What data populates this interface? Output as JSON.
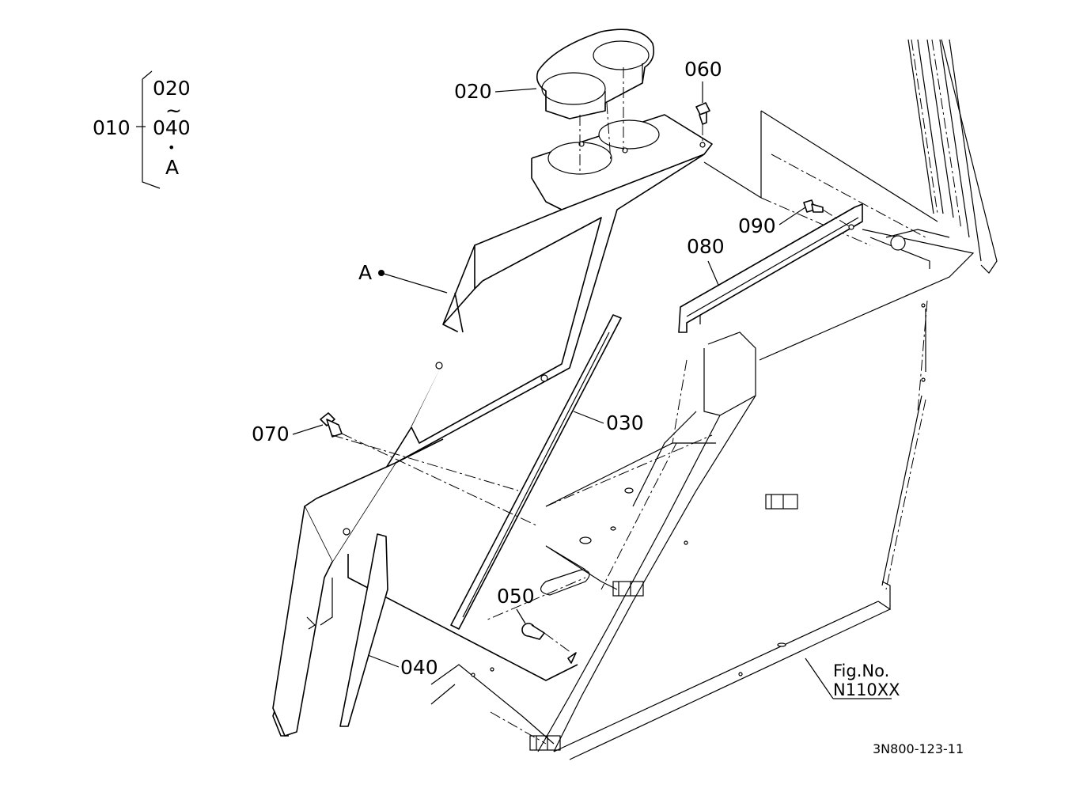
{
  "callouts": {
    "assembly": "010",
    "range_start": "020",
    "range_tilde": "~",
    "range_end": "040",
    "range_dot": "•",
    "range_sub": "A",
    "a_marker": "A",
    "p020": "020",
    "p030": "030",
    "p040": "040",
    "p050": "050",
    "p060": "060",
    "p070": "070",
    "p080": "080",
    "p090": "090"
  },
  "fig_ref": {
    "line1": "Fig.No.",
    "line2": "N110XX"
  },
  "drawing_number": "3N800-123-11"
}
